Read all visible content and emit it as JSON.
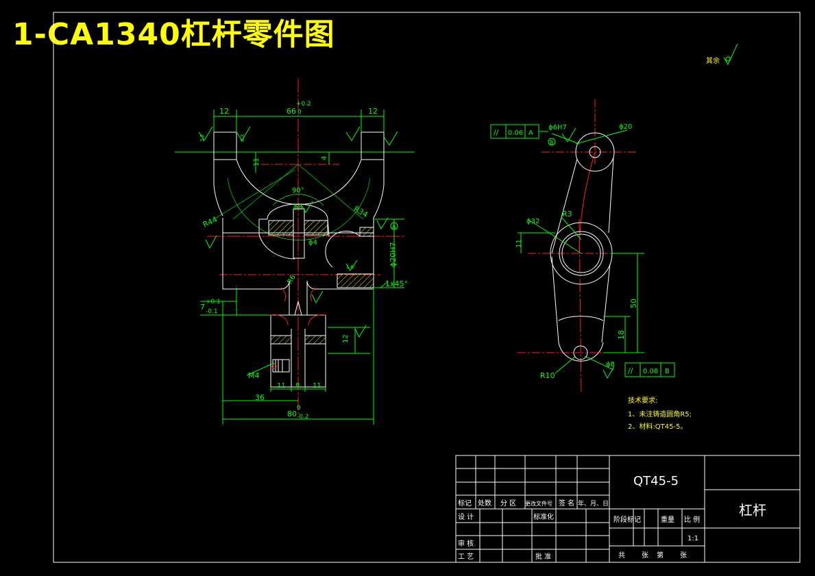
{
  "drawing": {
    "title": "1-CA1340杠杆零件图",
    "surface_note": "其余",
    "front_view": {
      "dim_top_left": "12",
      "dim_top_center": "66",
      "tol_top_center_upper": "+0.2",
      "tol_top_center_lower": "0",
      "dim_top_right": "12",
      "dim_11_left": "11",
      "dim_4": "4",
      "angle_90": "90°",
      "dia_8": "ϕ8",
      "dia_4": "ϕ4",
      "r44": "R44",
      "r34": "R34",
      "dia_20h7": "ϕ20H7",
      "chamfer": "1x45°",
      "r6": "R6",
      "dim_7": "7",
      "tol_7_upper": "+0.1",
      "tol_7_lower": "-0.1",
      "dim_12": "12",
      "thread_m4": "M4",
      "dim_11a": "11",
      "dim_8": "8",
      "dim_11b": "11",
      "dim_36": "36",
      "dim_80": "80",
      "tol_80_upper": "0",
      "tol_80_lower": "-0.2",
      "rough_a": "3.2",
      "rough_b": "6.3",
      "rough_c": "1.6",
      "datum_a": "A"
    },
    "side_view": {
      "fcf_top_symbol": "//",
      "fcf_top_value": "0.06",
      "fcf_top_datum": "A",
      "dia_6h7": "ϕ6H7",
      "dia_20": "ϕ20",
      "dia_32": "ϕ32",
      "r3": "R3",
      "dim_11": "11",
      "dim_50": "50",
      "dim_18": "18",
      "r10": "R10",
      "dia_8": "ϕ8",
      "fcf_bottom_symbol": "//",
      "fcf_bottom_value": "0.08",
      "fcf_bottom_datum": "B",
      "datum_b": "B"
    },
    "notes": {
      "heading": "技术要求:",
      "line1": "1、未注铸造圆角R5;",
      "line2": "2、材料:QT45-5。"
    }
  },
  "title_block": {
    "material": "QT45-5",
    "part_name": "杠杆",
    "scale": "1:1",
    "row_headers": [
      "标记",
      "处数",
      "分 区",
      "更改文件号",
      "签 名",
      "年、月、日"
    ],
    "design": "设 计",
    "standardization": "标准化",
    "check": "审 核",
    "process": "工 艺",
    "approve": "批 准",
    "stage_mark": "阶段标记",
    "weight": "重量",
    "ratio": "比 例",
    "sheets_total": "共",
    "sheets_word": "张",
    "sheet_no": "第",
    "sheet_word": "张"
  },
  "colors": {
    "outline": "#ffffff",
    "dimension": "#00ff00",
    "centerline": "#ff2020",
    "title": "#ffff00",
    "hatch": "#ffff00",
    "note": "#ffff00"
  }
}
